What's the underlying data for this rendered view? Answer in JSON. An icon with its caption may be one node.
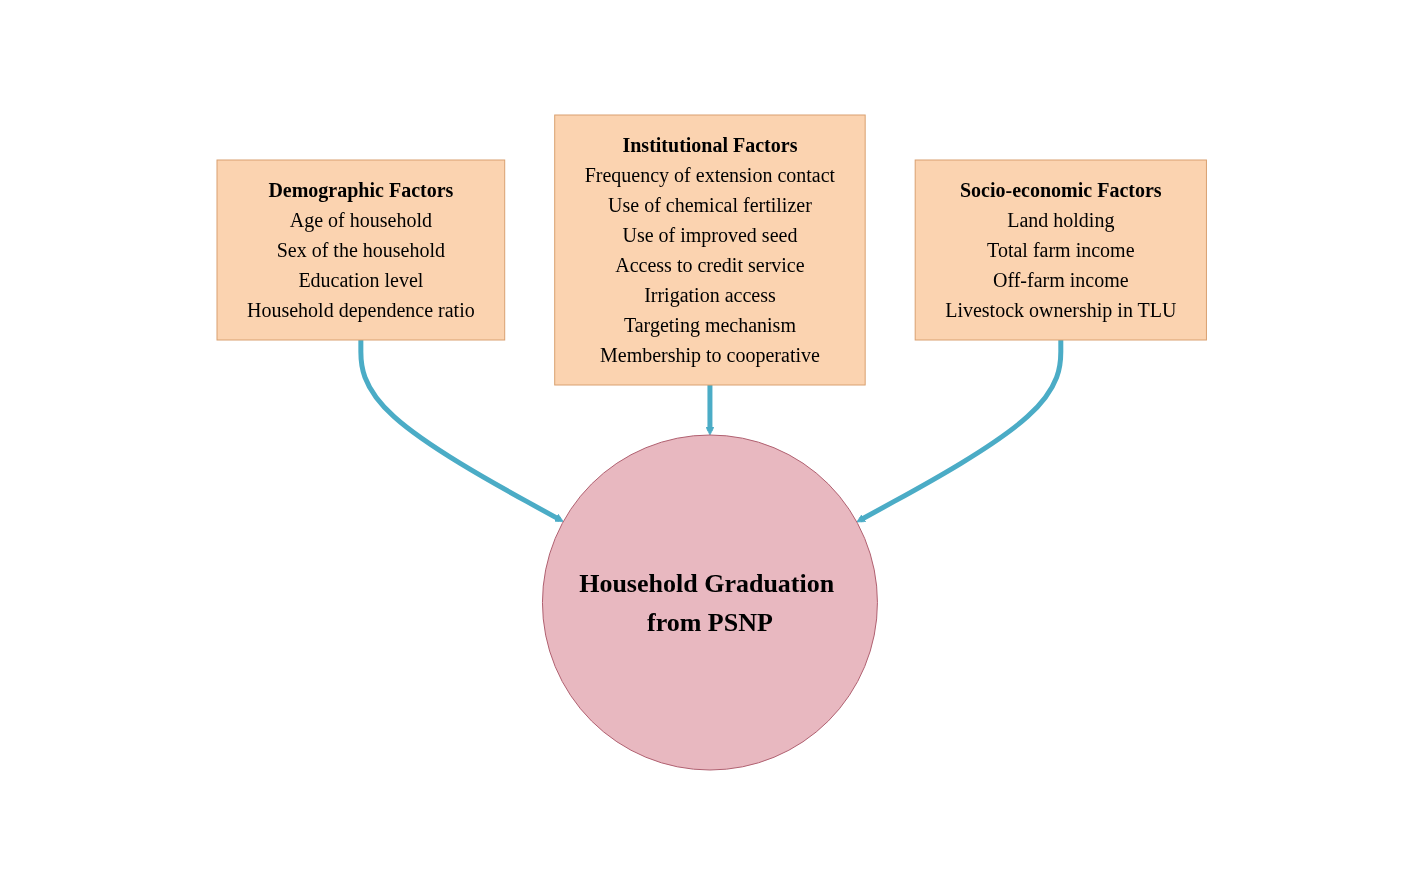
{
  "diagram": {
    "nodes": [
      {
        "text": [
          "Demographic Factors",
          "Age of household",
          "Sex of the household",
          "Education level",
          "Household dependence ratio"
        ]
      },
      {
        "text": [
          "Institutional Factors",
          "Frequency of extension contact",
          "Use of chemical fertilizer",
          "Use of improved seed",
          "Access to credit service",
          "Irrigation access",
          "Targeting mechanism",
          "Membership to cooperative"
        ]
      },
      {
        "text": [
          "Household Graduation from PSNP"
        ]
      },
      {
        "text": [
          "Socio-economic Factors",
          "Land holding",
          "Total farm income",
          "Off-farm income",
          "Livestock ownership in TLU"
        ]
      }
    ],
    "edges": [
      {
        "from": 0,
        "to": 2,
        "arrow": "to"
      },
      {
        "from": 1,
        "to": 2,
        "arrow": "to"
      },
      {
        "from": 3,
        "to": 2,
        "arrow": "to"
      }
    ]
  }
}
